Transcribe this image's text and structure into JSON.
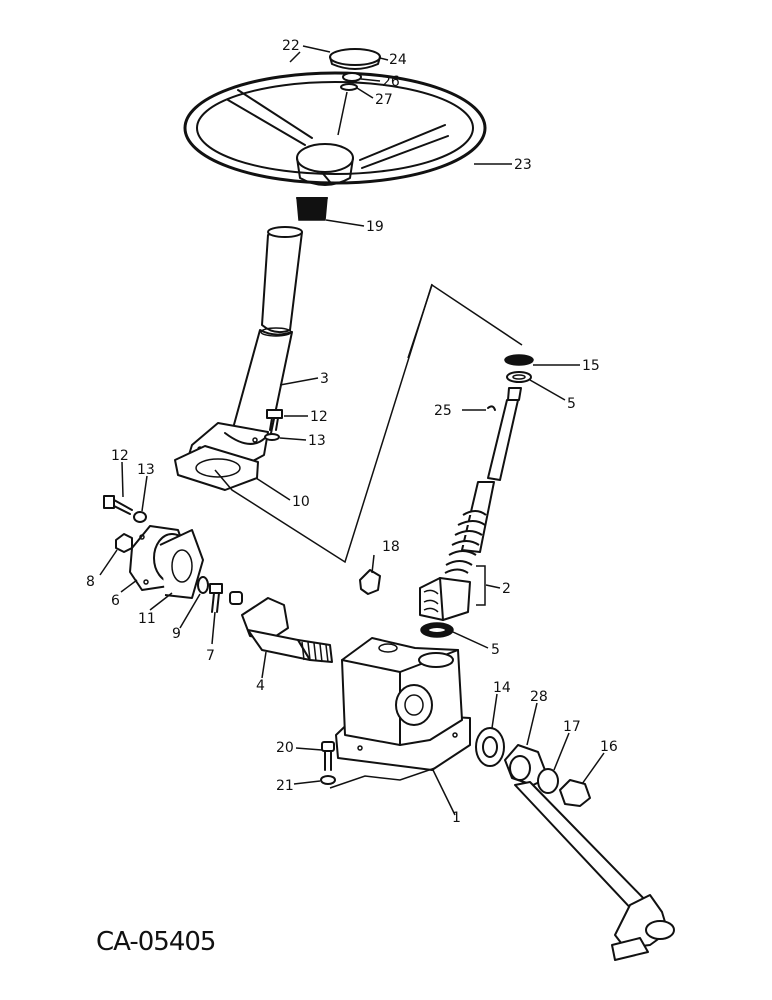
{
  "drawing_code": "CA-05405",
  "callouts": {
    "c1": "1",
    "c2": "2",
    "c3": "3",
    "c4": "4",
    "c5a": "5",
    "c5b": "5",
    "c6": "6",
    "c7": "7",
    "c8": "8",
    "c9": "9",
    "c10": "10",
    "c11": "11",
    "c12a": "12",
    "c12b": "12",
    "c13a": "13",
    "c13b": "13",
    "c14": "14",
    "c15": "15",
    "c16": "16",
    "c17": "17",
    "c18": "18",
    "c19": "19",
    "c20": "20",
    "c21": "21",
    "c22": "22",
    "c23": "23",
    "c24": "24",
    "c25": "25",
    "c26": "26",
    "c27": "27",
    "c28": "28"
  }
}
